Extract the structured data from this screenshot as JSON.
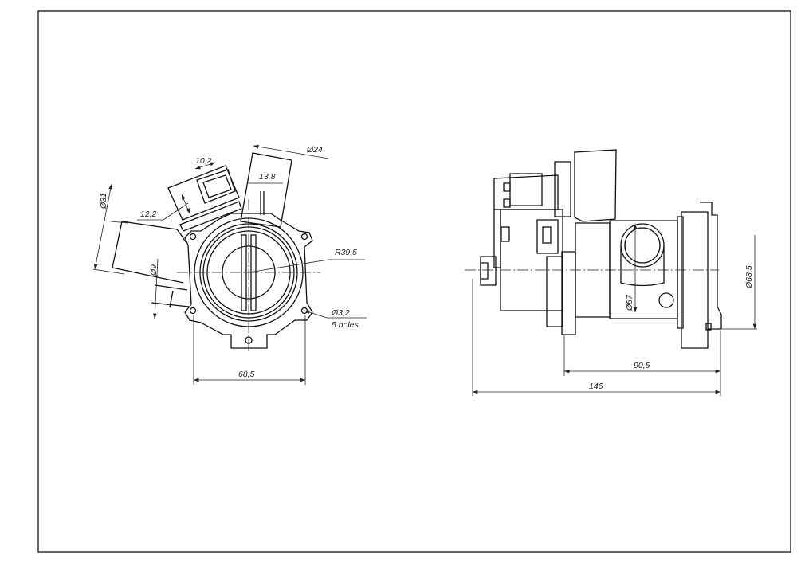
{
  "drawing": {
    "front_view": {
      "dimensions": {
        "connector_width": "10,2",
        "outlet_diameter": "Ø24",
        "outlet_offset": "13,8",
        "inlet_diameter": "Ø31",
        "connector_height": "12,2",
        "radius": "R39,5",
        "small_pipe_diameter": "Ø9",
        "hole_diameter": "Ø3,2",
        "hole_count": "5 holes",
        "mount_width": "68,5"
      }
    },
    "side_view": {
      "dimensions": {
        "bore_diameter": "Ø57",
        "flange_diameter": "Ø68,5",
        "body_length": "90,5",
        "total_length": "146"
      }
    }
  }
}
